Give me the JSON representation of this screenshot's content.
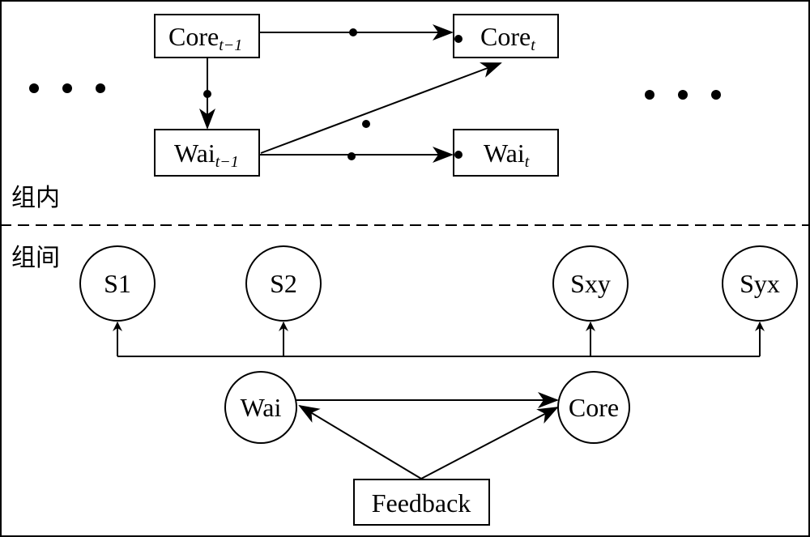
{
  "sections": {
    "within": "组内",
    "between": "组间"
  },
  "within_nodes": {
    "core_prev": {
      "base": "Core",
      "sub": "t−1"
    },
    "core_cur": {
      "base": "Core",
      "sub": "t"
    },
    "wai_prev": {
      "base": "Wai",
      "sub": "t−1"
    },
    "wai_cur": {
      "base": "Wai",
      "sub": "t"
    }
  },
  "ellipsis": "• • •",
  "between_nodes": {
    "s_nodes": [
      "S1",
      "S2",
      "Sxy",
      "Syx"
    ],
    "wai": "Wai",
    "core": "Core",
    "feedback": "Feedback"
  },
  "colors": {
    "stroke": "#000000",
    "background": "#ffffff"
  }
}
